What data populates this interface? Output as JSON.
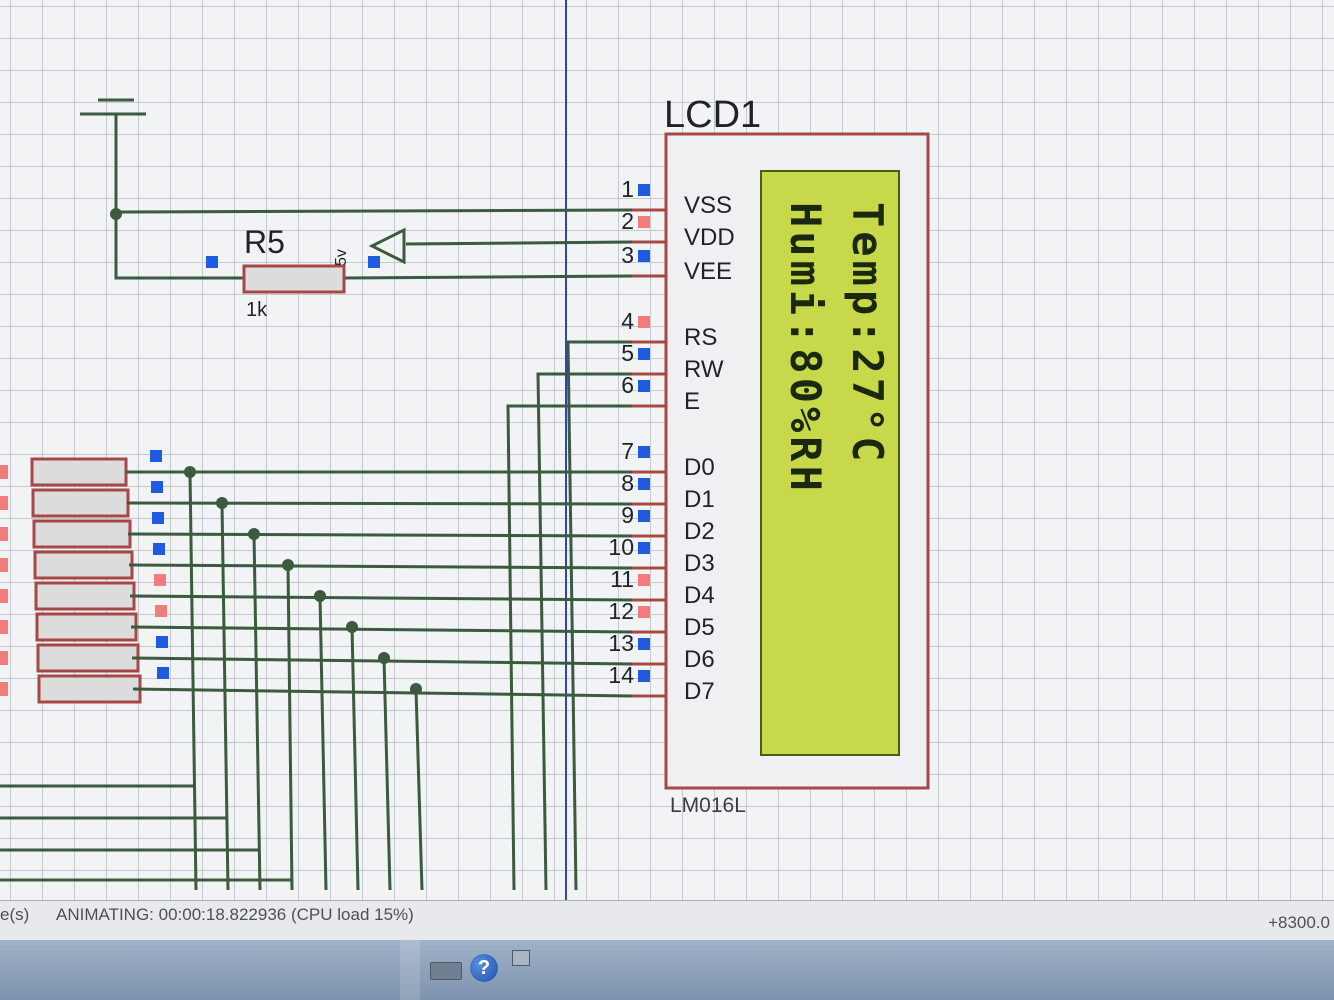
{
  "lcd": {
    "title": "LCD1",
    "model": "LM016L",
    "display_line1": "Temp:27°C",
    "display_line2": "Humi:80%RH",
    "pins": [
      {
        "num": "1",
        "name": "VSS",
        "state": "low"
      },
      {
        "num": "2",
        "name": "VDD",
        "state": "high"
      },
      {
        "num": "3",
        "name": "VEE",
        "state": "low"
      },
      {
        "num": "4",
        "name": "RS",
        "state": "high"
      },
      {
        "num": "5",
        "name": "RW",
        "state": "low"
      },
      {
        "num": "6",
        "name": "E",
        "state": "low"
      },
      {
        "num": "7",
        "name": "D0",
        "state": "low"
      },
      {
        "num": "8",
        "name": "D1",
        "state": "low"
      },
      {
        "num": "9",
        "name": "D2",
        "state": "low"
      },
      {
        "num": "10",
        "name": "D3",
        "state": "low"
      },
      {
        "num": "11",
        "name": "D4",
        "state": "high"
      },
      {
        "num": "12",
        "name": "D5",
        "state": "high"
      },
      {
        "num": "13",
        "name": "D6",
        "state": "low"
      },
      {
        "num": "14",
        "name": "D7",
        "state": "low"
      }
    ]
  },
  "resistor": {
    "ref": "R5",
    "value": "1k",
    "supply_label": "5v"
  },
  "pullup_states": [
    "low",
    "low",
    "low",
    "low",
    "high",
    "high",
    "low",
    "low"
  ],
  "colors": {
    "wire": "#3b5a3f",
    "pin_high": "#f07c7c",
    "pin_low": "#1e5be0",
    "component_outline": "#a64848",
    "lcd_screen": "#c7d84a"
  },
  "status": {
    "prefix": "e(s)",
    "text": "ANIMATING: 00:00:18.822936 (CPU load 15%)",
    "coordinate": "+8300.0"
  },
  "taskbar": {
    "keyboard_icon": "keyboard-icon",
    "help_icon": "help-icon",
    "help_glyph": "?",
    "restore_icon": "restore-window-icon"
  }
}
